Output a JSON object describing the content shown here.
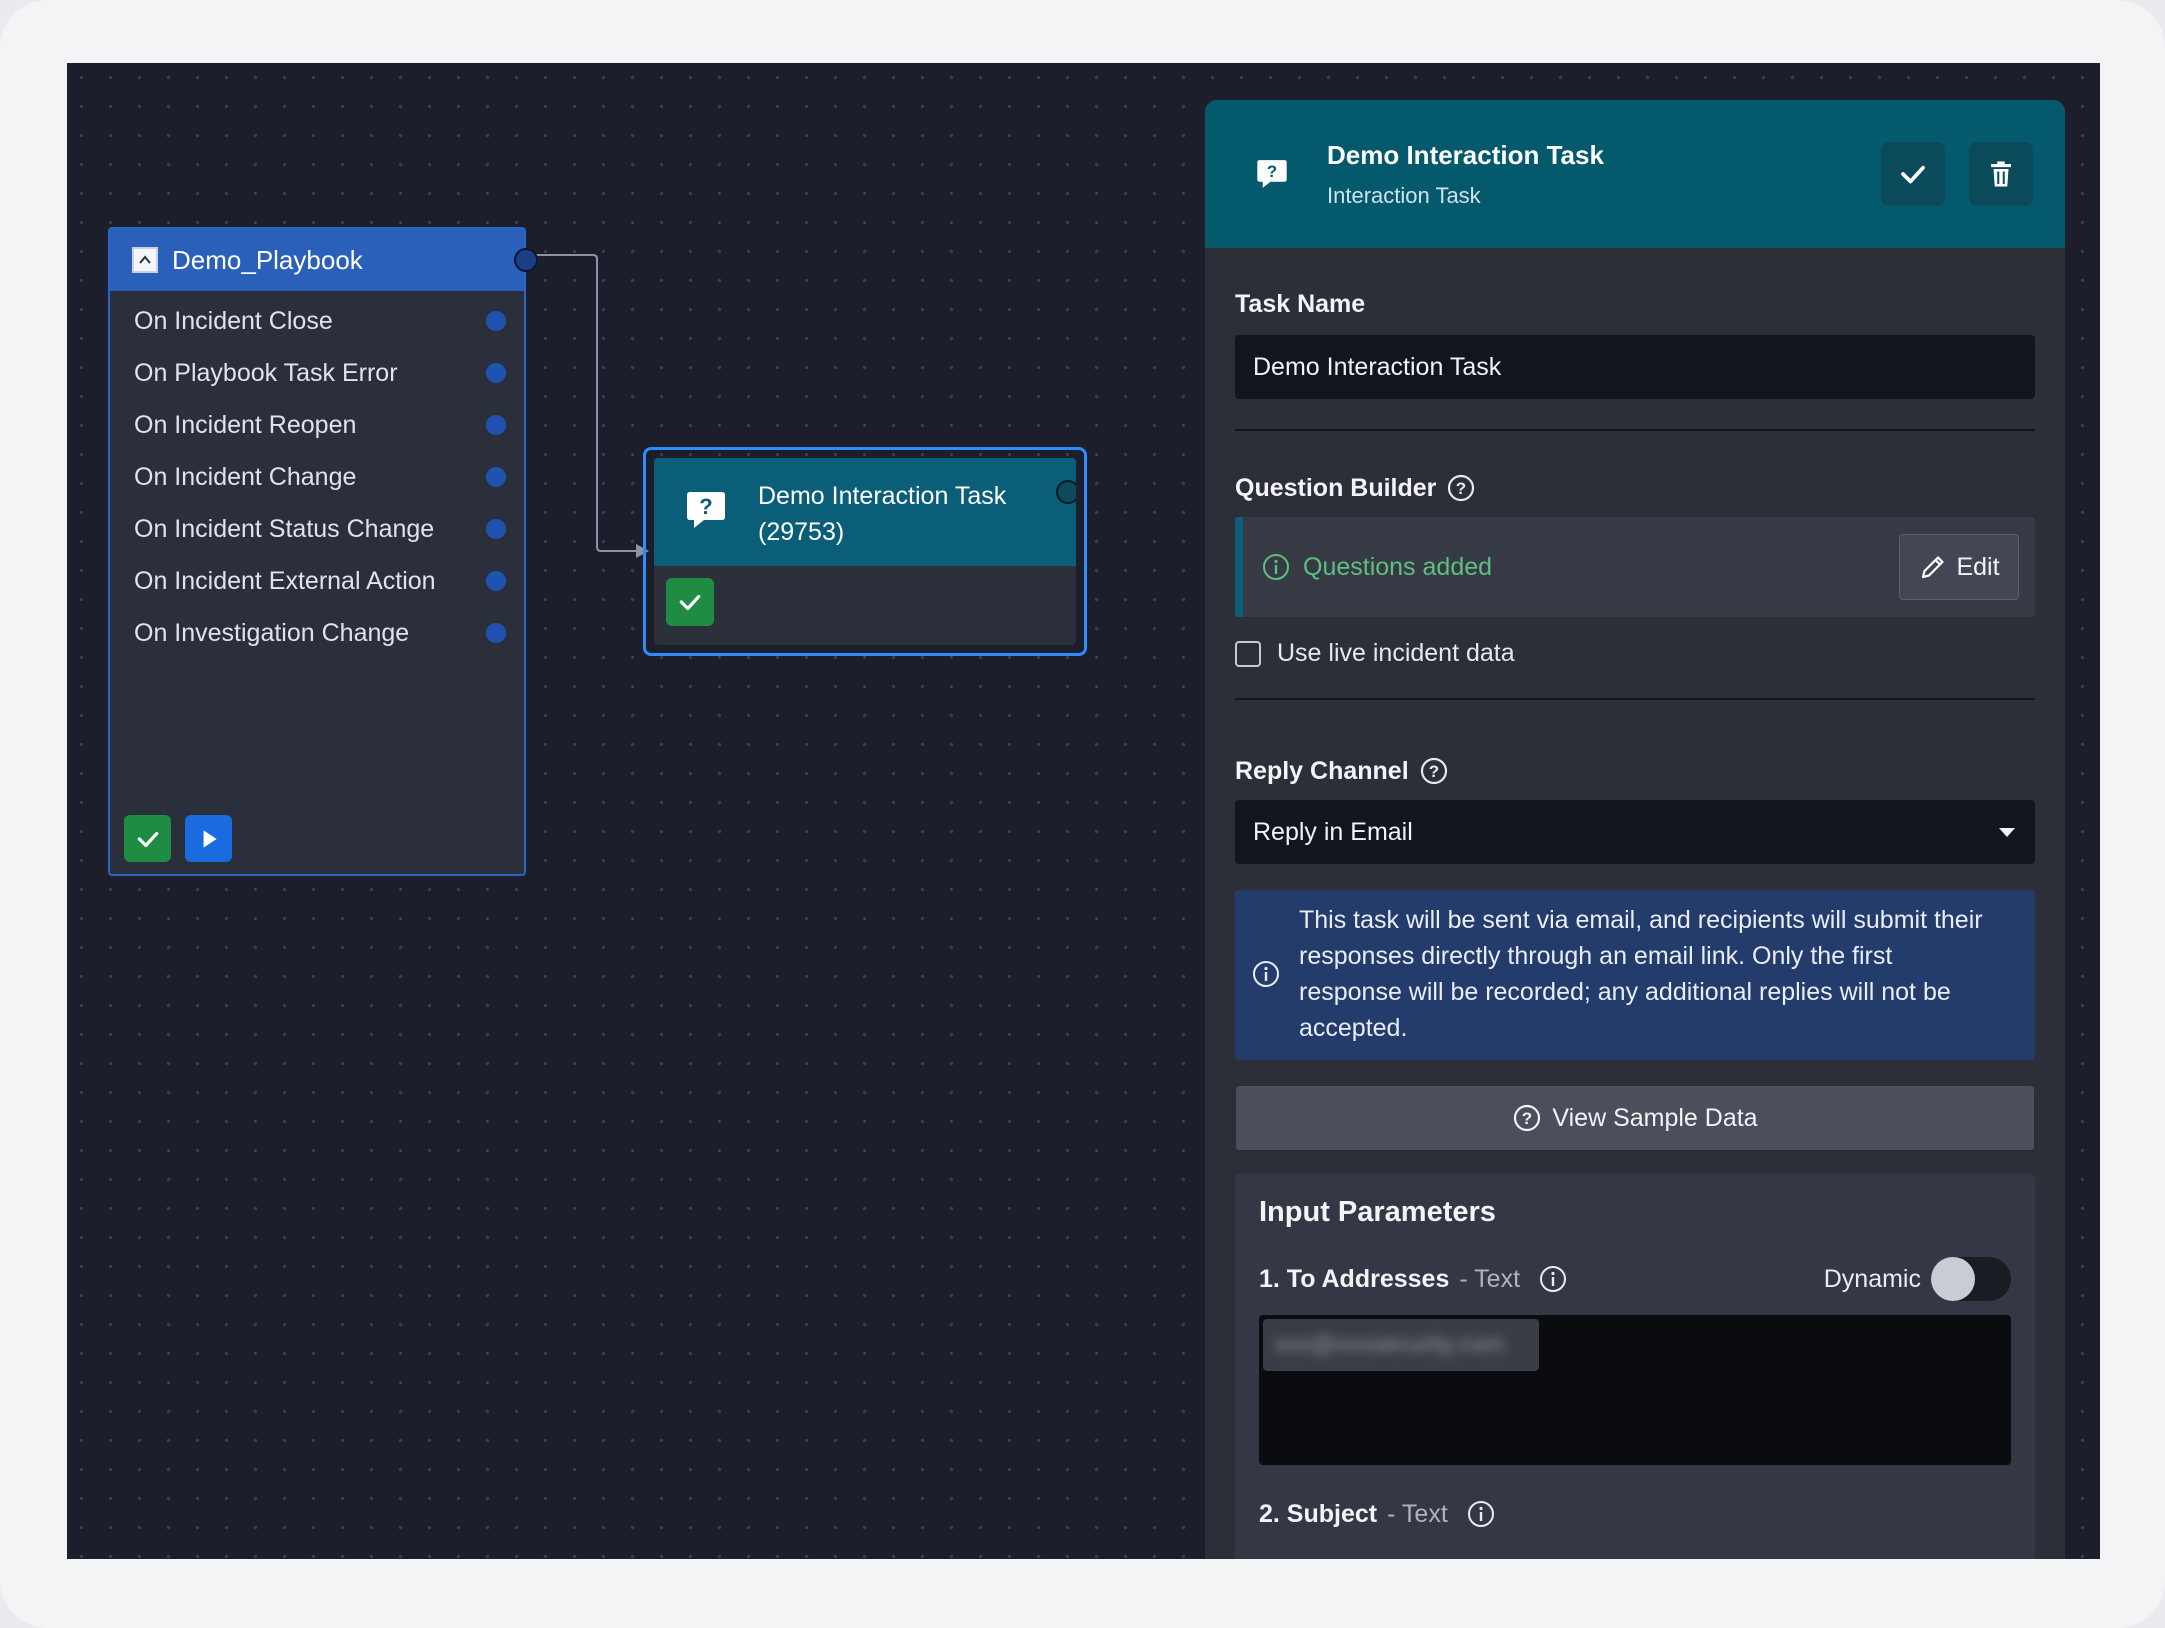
{
  "playbook": {
    "title": "Demo_Playbook",
    "triggers": [
      "On Incident Close",
      "On Playbook Task Error",
      "On Incident Reopen",
      "On Incident Change",
      "On Incident Status Change",
      "On Incident External Action",
      "On Investigation Change"
    ]
  },
  "task_node": {
    "title": "Demo Interaction Task (29753)"
  },
  "panel": {
    "header_title": "Demo Interaction Task",
    "header_subtitle": "Interaction Task",
    "task_name_label": "Task Name",
    "task_name_value": "Demo Interaction Task",
    "question_builder_label": "Question Builder",
    "questions_status": "Questions added",
    "edit_label": "Edit",
    "live_data_label": "Use live incident data",
    "reply_channel_label": "Reply Channel",
    "reply_channel_value": "Reply in Email",
    "reply_info": "This task will be sent via email, and recipients will submit their responses directly through an email link. Only the first response will be recorded; any additional replies will not be accepted.",
    "sample_button": "View Sample Data",
    "input_params_title": "Input Parameters",
    "params": [
      {
        "name": "1. To Addresses",
        "type": "- Text"
      },
      {
        "name": "2. Subject",
        "type": "- Text"
      }
    ],
    "dynamic_label": "Dynamic",
    "to_address_value": "xxx@xxxsecurity.com"
  },
  "colors": {
    "canvas": "#1c1f2b",
    "playbook_header": "#2a5fba",
    "task_header": "#04596d",
    "selection": "#2f8cff",
    "success": "#1e8d43",
    "info_box": "#233c6b"
  }
}
